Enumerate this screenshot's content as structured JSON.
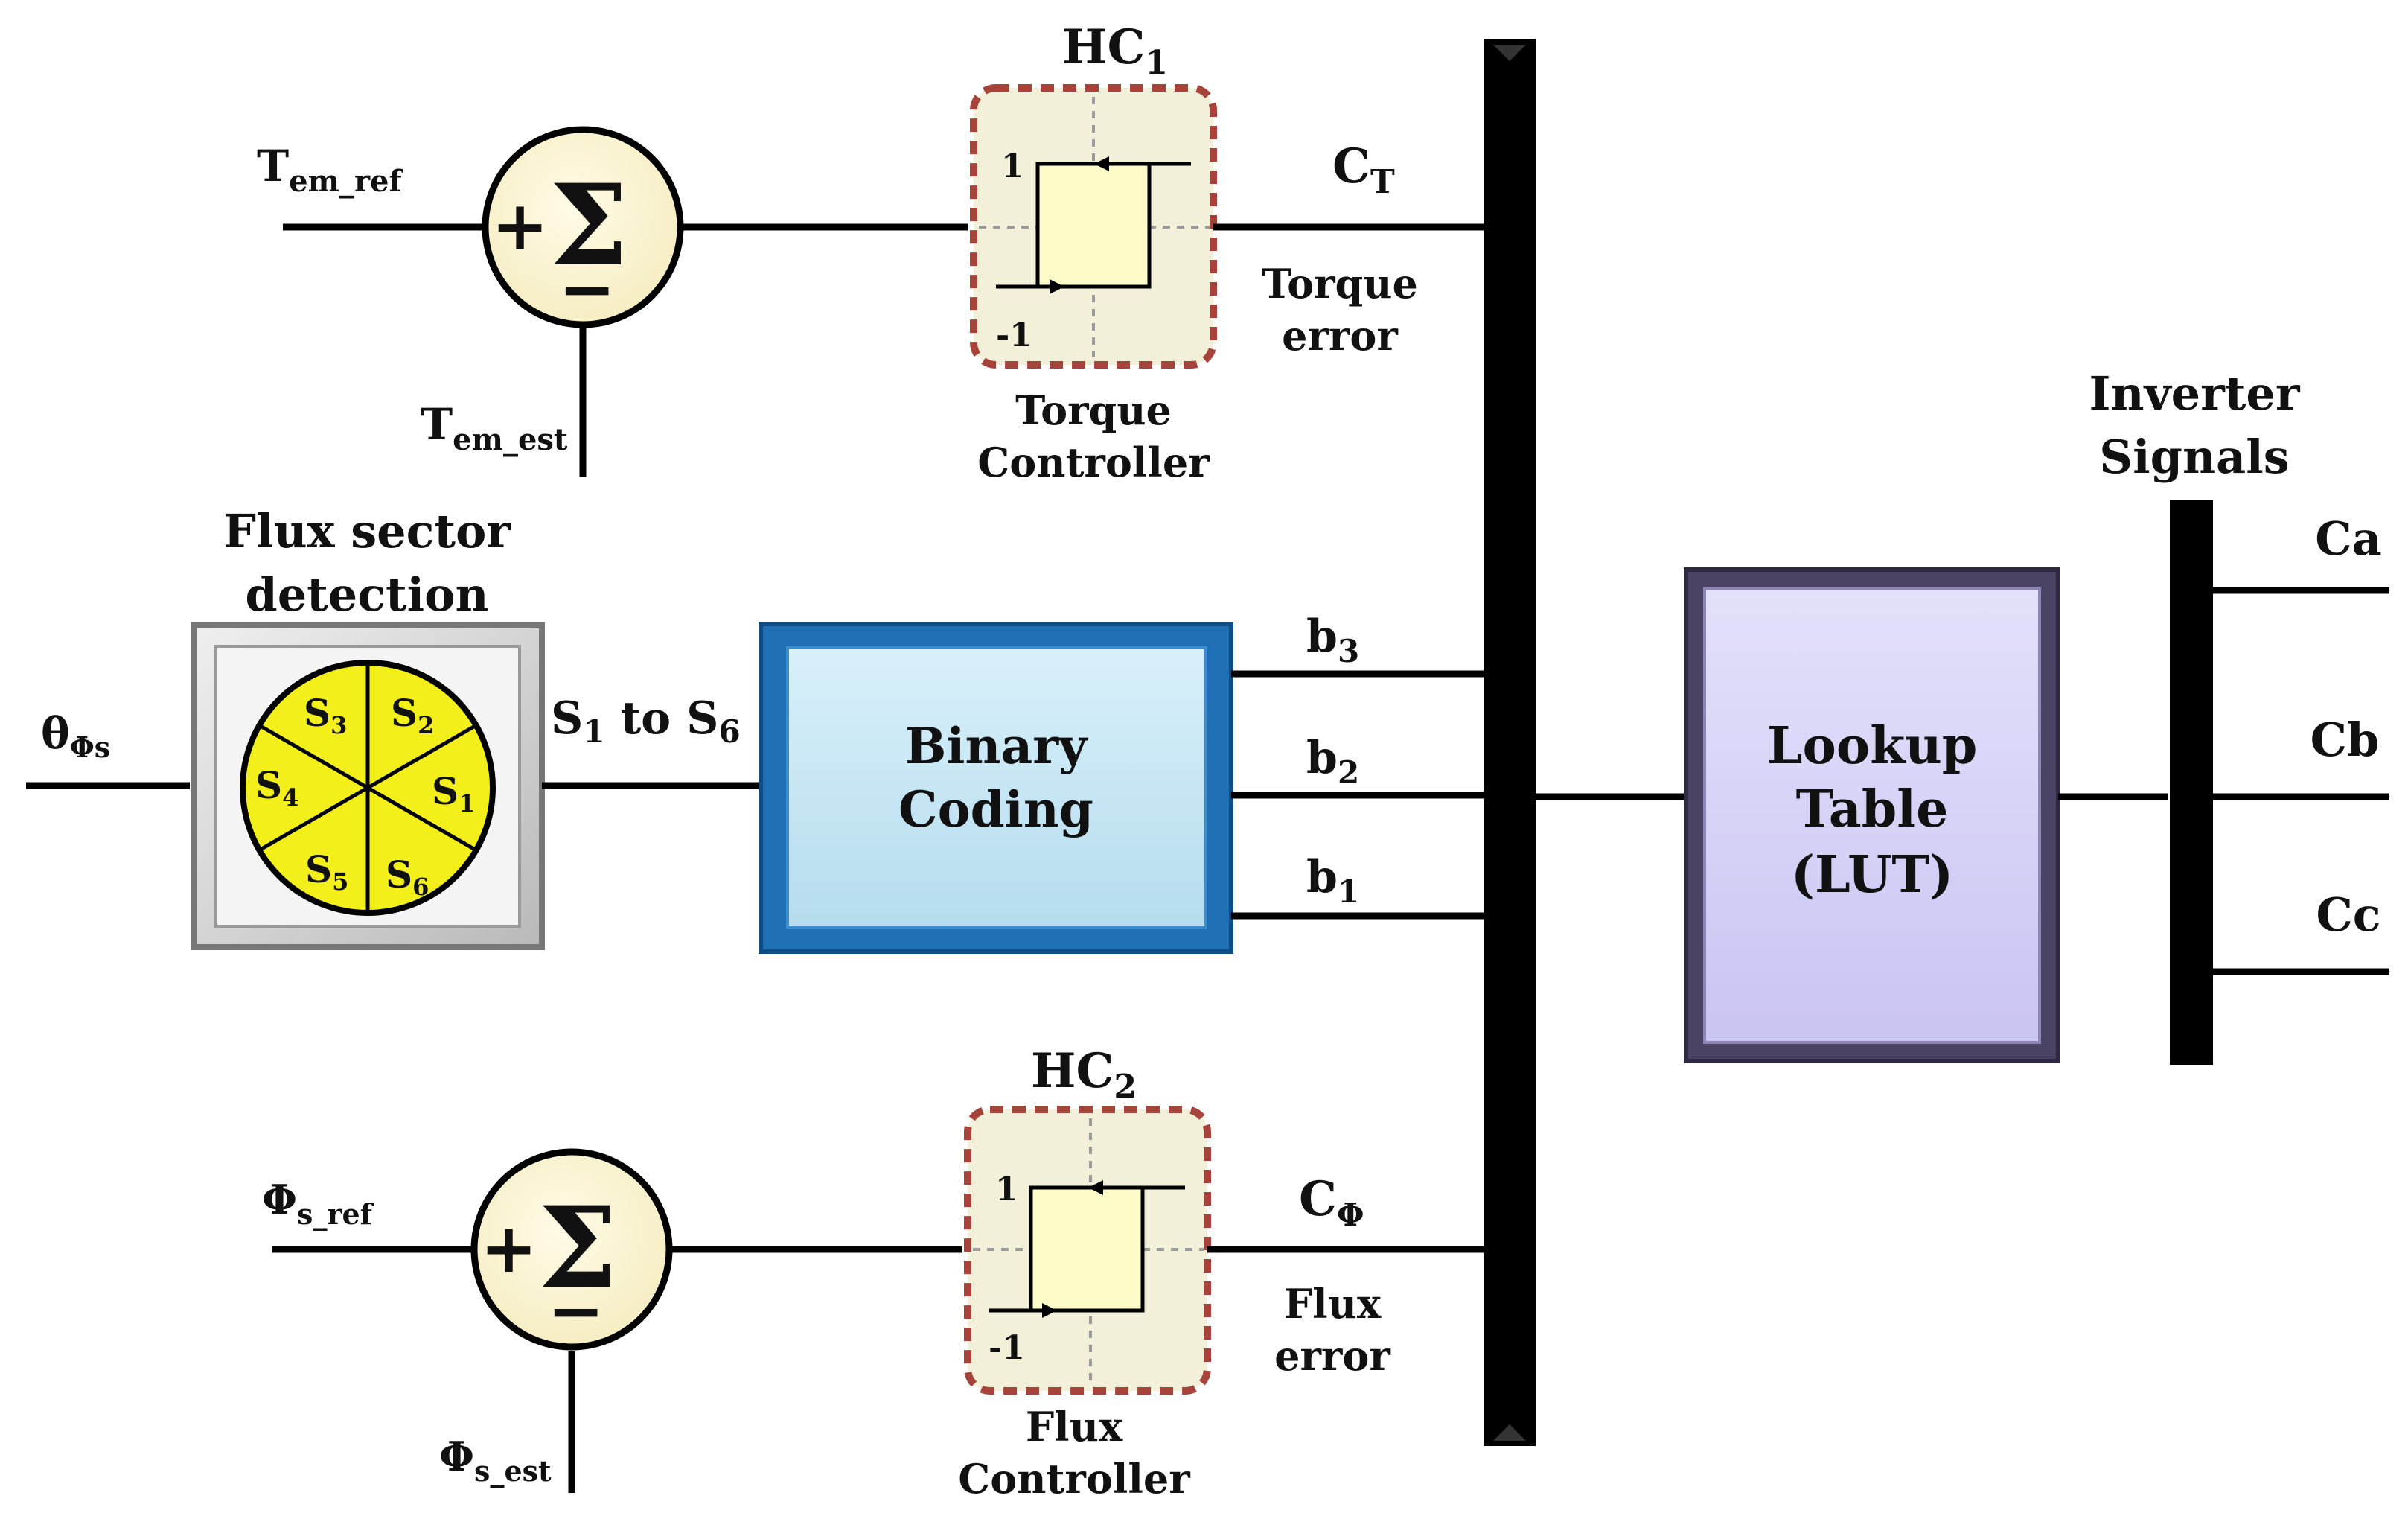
{
  "colors": {
    "summer_fill": "#fbf6d9",
    "hc_fill": "#f2f0d8",
    "hc_border": "#a6443b",
    "loop_fill": "#fdfcc8",
    "binary_fill": "#c7e6f3",
    "binary_border": "#1f6fb5",
    "lut_fill": "#d6d3f7",
    "lut_border": "#4b4363",
    "sector_fill": "#f2ef1a",
    "sector_frame": "#cfcfcf",
    "bus": "#000000"
  },
  "torque_branch": {
    "ref_label_main": "T",
    "ref_label_sub": "em_ref",
    "est_label_main": "T",
    "est_label_sub": "em_est",
    "summer_plus": "+",
    "summer_minus": "−",
    "summer_symbol": "Σ",
    "controller_title_main": "HC",
    "controller_title_sub": "1",
    "hyst_high": "1",
    "hyst_low": "-1",
    "controller_caption_line1": "Torque",
    "controller_caption_line2": "Controller",
    "output_label_main": "C",
    "output_label_sub": "T",
    "output_caption_line1": "Torque",
    "output_caption_line2": "error"
  },
  "flux_branch": {
    "ref_label_main": "Φ",
    "ref_label_sub": "s_ref",
    "est_label_main": "Φ",
    "est_label_sub": "s_est",
    "summer_plus": "+",
    "summer_minus": "−",
    "summer_symbol": "Σ",
    "controller_title_main": "HC",
    "controller_title_sub": "2",
    "hyst_high": "1",
    "hyst_low": "-1",
    "controller_caption_line1": "Flux",
    "controller_caption_line2": "Controller",
    "output_label_main": "C",
    "output_label_sub": "Φ",
    "output_caption_line1": "Flux",
    "output_caption_line2": "error"
  },
  "sector_detection": {
    "title_line1": "Flux sector",
    "title_line2": "detection",
    "input_label_main": "θ",
    "input_label_sub": "Φs",
    "sectors": [
      {
        "main": "S",
        "sub": "3"
      },
      {
        "main": "S",
        "sub": "2"
      },
      {
        "main": "S",
        "sub": "4"
      },
      {
        "main": "S",
        "sub": "1"
      },
      {
        "main": "S",
        "sub": "5"
      },
      {
        "main": "S",
        "sub": "6"
      }
    ],
    "output_label_a_main": "S",
    "output_label_a_sub": "1",
    "output_label_mid": " to ",
    "output_label_b_main": "S",
    "output_label_b_sub": "6"
  },
  "binary_coding": {
    "line1": "Binary",
    "line2": "Coding",
    "outputs": [
      {
        "main": "b",
        "sub": "3"
      },
      {
        "main": "b",
        "sub": "2"
      },
      {
        "main": "b",
        "sub": "1"
      }
    ]
  },
  "lookup_table": {
    "line1": "Lookup",
    "line2": "Table",
    "line3": "(LUT)"
  },
  "inverter": {
    "title_line1": "Inverter",
    "title_line2": "Signals",
    "outputs": [
      "Ca",
      "Cb",
      "Cc"
    ]
  }
}
